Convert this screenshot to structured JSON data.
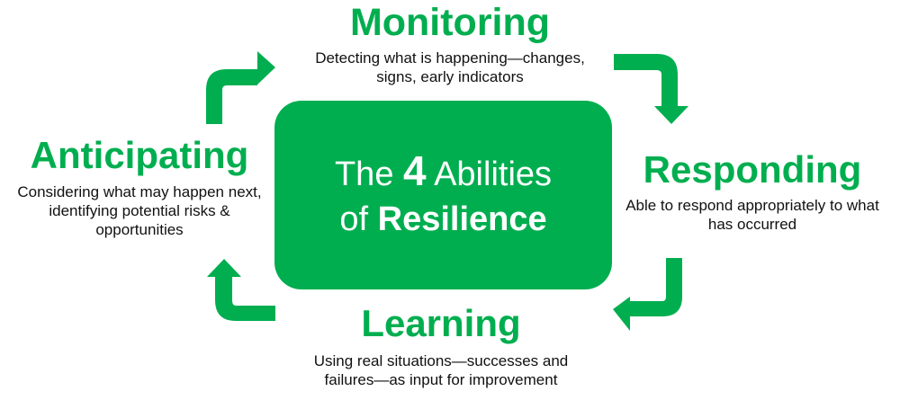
{
  "center": {
    "line1_pre": "The",
    "line1_num": "4",
    "line1_post": "Abilities",
    "line2_pre": "of",
    "line2_bold": "Resilience"
  },
  "colors": {
    "accent_green": "#00ae4f",
    "text": "#111111",
    "background": "#ffffff"
  },
  "sections": {
    "monitoring": {
      "title": "Monitoring",
      "desc_line1": "Detecting what is happening—changes,",
      "desc_line2": "signs, early indicators"
    },
    "responding": {
      "title": "Responding",
      "desc_line1": "Able to respond appropriately to what",
      "desc_line2": "has occurred"
    },
    "learning": {
      "title": "Learning",
      "desc_line1": "Using real situations—successes and",
      "desc_line2": "failures—as input for improvement"
    },
    "anticipating": {
      "title": "Anticipating",
      "desc_line1": "Considering what may happen next,",
      "desc_line2": "identifying potential risks &",
      "desc_line3": "opportunities"
    }
  },
  "arrows": [
    {
      "name": "anticipating-to-monitoring",
      "direction": "up-then-right"
    },
    {
      "name": "monitoring-to-responding",
      "direction": "right-then-down"
    },
    {
      "name": "responding-to-learning",
      "direction": "down-then-left"
    },
    {
      "name": "learning-to-anticipating",
      "direction": "left-then-up"
    }
  ]
}
